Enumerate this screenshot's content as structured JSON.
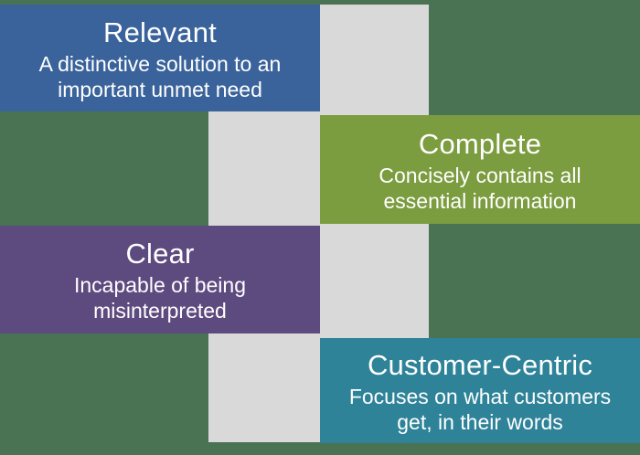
{
  "colors": {
    "background": "#4A7354",
    "band": "#D9D9D9",
    "text": "#FFFFFF",
    "relevant": "#3A639B",
    "complete": "#7B9C3F",
    "clear": "#5D4A7E",
    "customer_centric": "#2E8399"
  },
  "boxes": {
    "relevant": {
      "title": "Relevant",
      "line1": "A distinctive solution to an",
      "line2": "important unmet need"
    },
    "complete": {
      "title": "Complete",
      "line1": "Concisely contains all",
      "line2": "essential information"
    },
    "clear": {
      "title": "Clear",
      "line1": "Incapable of being",
      "line2": "misinterpreted"
    },
    "customer_centric": {
      "title": "Customer-Centric",
      "line1": "Focuses on what customers",
      "line2": "get, in their words"
    }
  }
}
